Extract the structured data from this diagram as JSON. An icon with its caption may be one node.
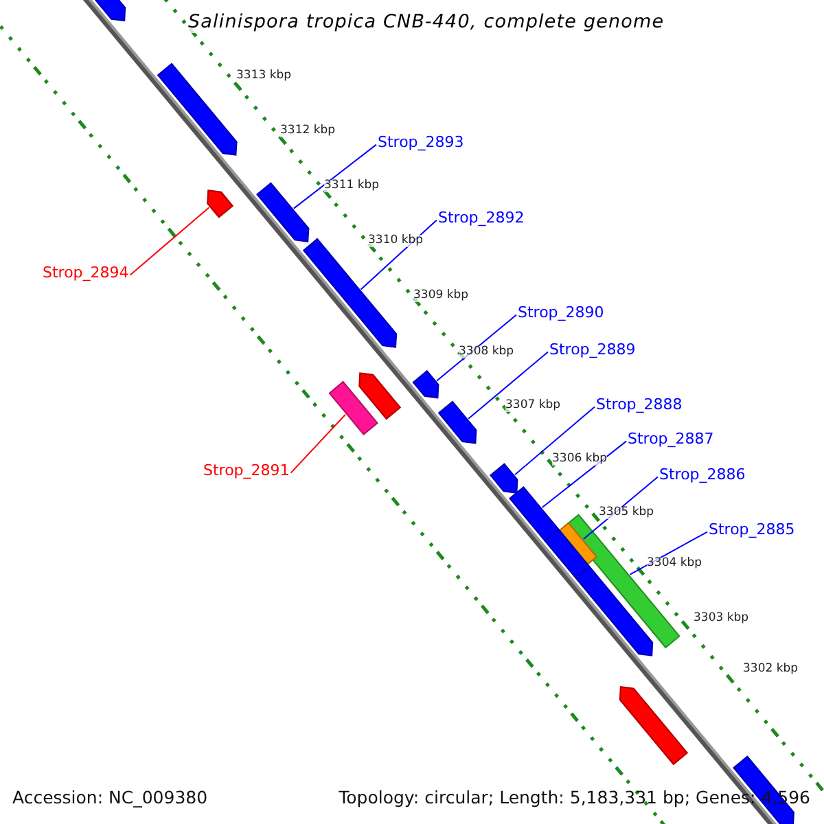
{
  "diagram": {
    "title": "Salinispora tropica CNB-440, complete genome",
    "nodes": [
      {
        "text": [],
        "shape": "arrow"
      },
      {
        "text": [],
        "shape": "arrow"
      },
      {
        "text": [
          "Strop_2893"
        ]
      },
      {
        "text": [],
        "shape": "arrow"
      },
      {
        "text": [],
        "shape": "arrow"
      },
      {
        "text": [
          "Strop_2892"
        ]
      },
      {
        "text": [],
        "shape": "arrow"
      },
      {
        "text": [
          "Strop_2894"
        ]
      },
      {
        "text": [
          "Strop_2890"
        ]
      },
      {
        "text": [
          "Strop_2889"
        ]
      },
      {
        "text": [],
        "shape": "arrow"
      },
      {
        "text": [],
        "shape": "box"
      },
      {
        "text": [],
        "shape": "arrow"
      },
      {
        "text": [
          "Strop_2888"
        ]
      },
      {
        "text": [],
        "shape": "arrow"
      },
      {
        "text": [
          "Strop_2887"
        ]
      },
      {
        "text": [
          "Strop_2891"
        ]
      },
      {
        "text": [
          "Strop_2886"
        ]
      },
      {
        "text": [],
        "shape": "arrow"
      },
      {
        "text": [],
        "shape": "box"
      },
      {
        "text": [
          "Strop_2885"
        ]
      },
      {
        "text": [],
        "shape": "box"
      },
      {
        "text": [],
        "shape": "box"
      },
      {
        "text": [],
        "shape": "arrow"
      },
      {
        "text": [],
        "shape": "arrow"
      },
      {
        "text": [],
        "shape": "arrow"
      },
      {
        "text": [],
        "shape": "arrow"
      }
    ],
    "edges": [
      {
        "from": 2,
        "to": 4,
        "arrow": "none"
      },
      {
        "from": 5,
        "to": 6,
        "arrow": "none"
      },
      {
        "from": 7,
        "to": 3,
        "arrow": "none",
        "color": "#ff0000"
      },
      {
        "from": 8,
        "to": 12,
        "arrow": "none"
      },
      {
        "from": 9,
        "to": 14,
        "arrow": "none"
      },
      {
        "from": 13,
        "to": 18,
        "arrow": "none"
      },
      {
        "from": 15,
        "to": 19,
        "arrow": "none"
      },
      {
        "from": 16,
        "to": 11,
        "arrow": "none",
        "color": "#ff0000"
      },
      {
        "from": 17,
        "to": 22,
        "arrow": "none"
      },
      {
        "from": 20,
        "to": 21,
        "arrow": "none"
      }
    ],
    "labels": [
      "3313 kbp",
      "3312 kbp",
      "3311 kbp",
      "3310 kbp",
      "3309 kbp",
      "3308 kbp",
      "3307 kbp",
      "3306 kbp",
      "3305 kbp",
      "3304 kbp",
      "3303 kbp",
      "3302 kbp",
      "Accession: NC_009380",
      "Topology: circular; Length: 5,183,331 bp; Genes: 4,596"
    ]
  }
}
